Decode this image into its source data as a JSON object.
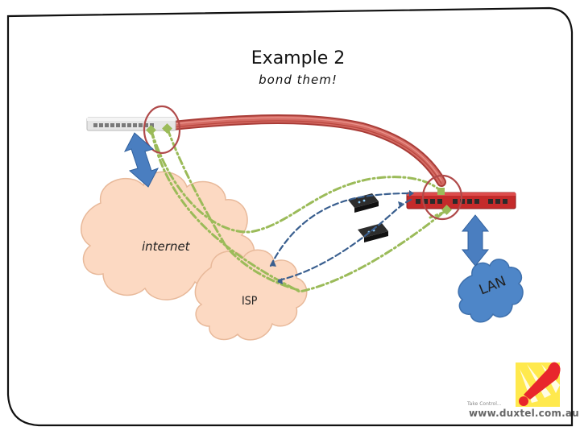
{
  "slide": {
    "title": "Example 2",
    "subtitle": "bond them!"
  },
  "labels": {
    "internet": "internet",
    "isp": "ISP",
    "lan": "LAN"
  },
  "logo": {
    "tagline": "Take Control...",
    "url": "www.duxtel.com.au"
  },
  "colors": {
    "bond_cable": "#c9504a",
    "green_link": "#9bbb59",
    "blue_link": "#3a5f8f",
    "arrow": "#4a7ec0",
    "internet_cloud": "#fcd9c2",
    "lan_cloud": "#4e86c8",
    "highlight_circle": "#b04a4a",
    "router_body": "#c42a2a",
    "switch_body": "#e6e6e6"
  }
}
